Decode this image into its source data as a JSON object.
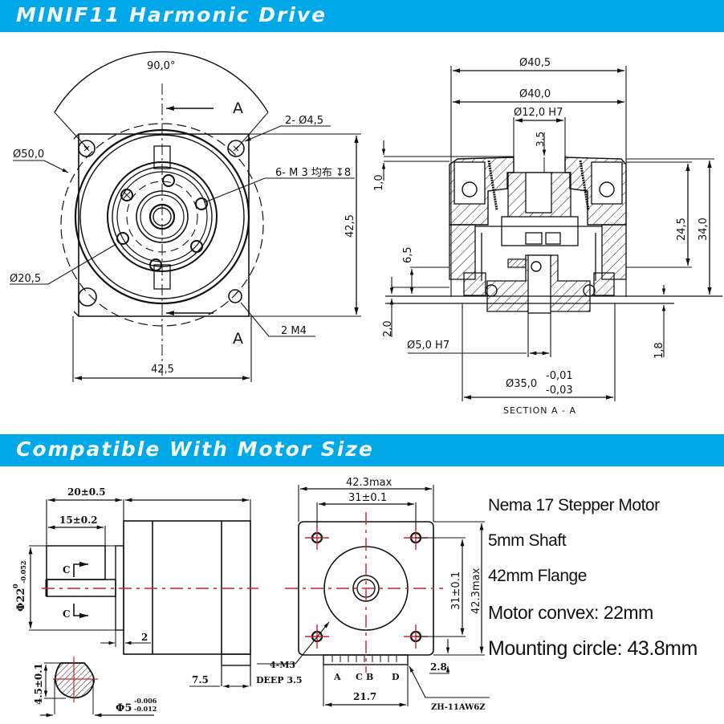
{
  "banners": {
    "top": {
      "title": "MINIF11 Harmonic Drive",
      "color": "#00a8e8"
    },
    "middle": {
      "title": "Compatible With Motor Size",
      "color": "#00a8e8"
    }
  },
  "front_view": {
    "angle_label": "90,0°",
    "section_marker": "A",
    "outer_circle_label": "Ø50,0",
    "hole_label": "2- Ø4,5",
    "thread_label": "6- M 3 均布 ↧8",
    "height_label": "42,5",
    "inner_circle_label": "Ø20,5",
    "bottom_thread_label": "2 M4",
    "width_label": "42,5"
  },
  "section_view": {
    "dia_outer": "Ø40,5",
    "dia_body": "Ø40,0",
    "dia_bore": "Ø12,0  H7",
    "depth_label": "3,5",
    "top_offset": "1,0",
    "height_inner": "24,5",
    "height_total": "34,0",
    "step_label": "6,5",
    "base_offset": "2,0",
    "shaft_bore": "Ø5,0  H7",
    "flange_offset": "1,8",
    "pilot_dia": "Ø35,0",
    "pilot_tol_upper": "-0,01",
    "pilot_tol_lower": "-0,03",
    "caption": "SECTION  A - A"
  },
  "motor_side_view": {
    "shaft_length": "20±0.5",
    "flat_length": "15±0.2",
    "boss_dia": "Φ22",
    "boss_tol_upper": "0",
    "boss_tol_lower": "-0.052",
    "section_c_label": "C",
    "boss_height": "2",
    "connector_offset": "7.5",
    "flat_height": "4.5±0.1",
    "shaft_dia": "Φ5",
    "shaft_tol_upper": "-0.006",
    "shaft_tol_lower": "-0.012"
  },
  "motor_front_view": {
    "width_max": "42.3max",
    "hole_spacing": "31±0.1",
    "hole_spacing_v": "31±0.1",
    "height_max": "42.3max",
    "thread_label": "4-M3",
    "thread_depth": "DEEP 3.5",
    "pins": [
      "A",
      "C",
      "B",
      "D"
    ],
    "connector_offset": "2.8",
    "connector_width": "21.7",
    "connector_model": "ZH-11AW6Z"
  },
  "specs": [
    "Nema 17 Stepper Motor",
    "5mm Shaft",
    "42mm Flange",
    "Motor convex: 22mm",
    "Mounting circle: 43.8mm"
  ]
}
